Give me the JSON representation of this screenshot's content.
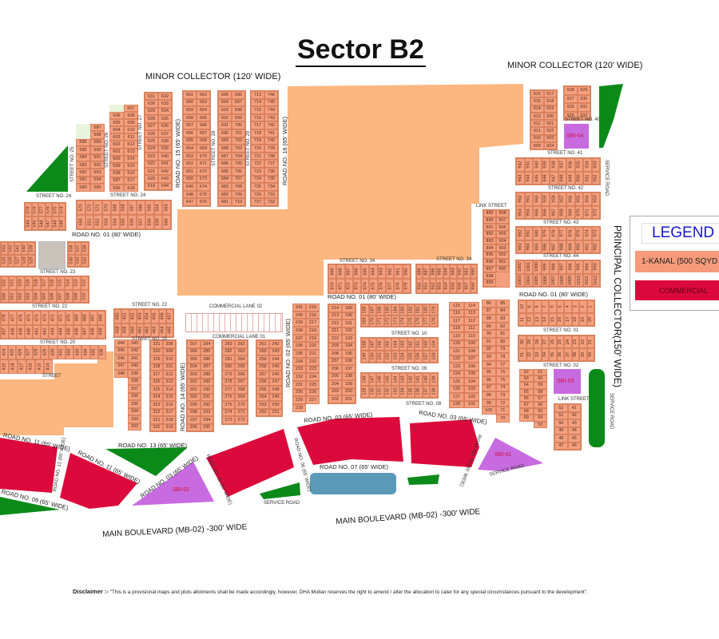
{
  "title": "Sector B2",
  "legend": {
    "title": "LEGEND",
    "items": [
      {
        "label": "1-KANAL (500 SQYD",
        "color": "#f59a7a"
      },
      {
        "label": "COMMERCIAL",
        "color": "#dc0a3c"
      }
    ]
  },
  "disclaimer": {
    "label": "Disclaimer :-",
    "text": "\"This is a provisional maps and plots allotments shall be made accordingly, however, DHA Multan reserves the right to amend / alter the allocation to cater for any special circumstances pursuant to the development\"."
  },
  "colors": {
    "plot": "#f4a07e",
    "open_area": "#fbb77f",
    "commercial": "#dc0a3c",
    "green": "#0b8a1a",
    "sbi": "#c86be0",
    "water": "#5a9ab8"
  },
  "labels": {
    "minor_left": "MINOR COLLECTOR (120' WIDE)",
    "minor_right": "MINOR COLLECTOR (120' WIDE)",
    "principal": "PRINCIPAL  COLLECTOR",
    "principal_width": "(150' WIDE)",
    "road01_a": "ROAD NO. 01 (80' WIDE)",
    "road01_b": "ROAD NO. 01 (80' WIDE)",
    "road01_c": "ROAD NO. 01 (80' WIDE)",
    "road15": "ROAD NO. 15 (65' WIDE)",
    "road16": "ROAD NO. 16 (65' WIDE)",
    "road14": "ROAD NO. 14 (65' WIDE)",
    "road02": "ROAD NO. 02 (65' WIDE)",
    "road03_a": "ROAD NO. 03 (65' WIDE)",
    "road03_b": "ROAD NO. 03 (65' WIDE)",
    "road03_c": "ROAD NO. 03 (65' WIDE)",
    "road11_a": "ROAD NO. 11 (65' WIDE)",
    "road11_b": "ROAD NO. 11 (65' WIDE)",
    "road13": "ROAD NO. 13 (65' WIDE)",
    "road09": "ROAD NO. 09 (65' WIDE)",
    "road12": "ROAD NO. 12 (65' WIDE)",
    "road07": "ROAD NO. 07 (65' WIDE)",
    "road05": "ROAD NO. 05 (65' WIDE)",
    "road06": "ROAD NO. 06 (65' WIDE)",
    "road04": "ROAD NO. 04 (65' WIDE)",
    "service_a": "SERVICE ROAD",
    "service_b": "SERVICE ROAD",
    "service_c": "SERVICE ROAD",
    "service_d": "SERVICE ROAD",
    "main_blvd_a": "MAIN BOULEVARD    (MB-02) -300' WIDE",
    "main_blvd_b": "MAIN BOULEVARD    (MB-02) -300' WIDE",
    "st24_a": "STREET NO. 24",
    "st24_b": "STREET NO. 24",
    "st23": "STREET NO. 23",
    "st22_a": "STREET NO. 22",
    "st22_b": "STREET NO. 22",
    "st20_a": "STREET NO. 20",
    "st20_b": "STREET NO. 20",
    "street": "STREET",
    "comm_lane02": "COMMERCIAL LANE 02",
    "comm_lane01": "COMMERCIAL LANE 01",
    "st34_a": "STREET NO. 34",
    "st34_b": "STREET NO. 34",
    "st10": "STREET NO. 10",
    "st09": "STREET NO. 09",
    "st08": "STREET NO. 08",
    "link_a": "LINK STREET",
    "link_b": "LINK STREET",
    "st40": "STREET NO. 40",
    "st41": "STREET NO. 41",
    "st42": "STREET NO. 42",
    "st43": "STREET NO. 43",
    "st44": "STREET NO. 44",
    "st01": "STREET NO. 01",
    "st02": "STREET NO. 02",
    "st25": "STREET NO. 25",
    "st26": "STREET NO. 26",
    "st27": "STREET NO. 27",
    "st28": "STREET NO. 28",
    "st29": "STREET NO. 29",
    "sbi01": "SBI-01",
    "sbi02": "SBI-02",
    "sbi03": "SBI-03",
    "sbi04": "SBI-04"
  },
  "blocks": {
    "b580": {
      "dir": "v",
      "cols": [
        [
          586,
          580,
          2
        ],
        [
          587,
          595,
          0
        ]
      ]
    },
    "b596": {
      "dir": "v",
      "cols": [
        [
          606,
          596,
          1
        ],
        [
          607,
          618,
          0
        ]
      ]
    },
    "b619": {
      "dir": "v",
      "cols": [
        [
          631,
          619,
          0
        ],
        [
          632,
          644,
          0
        ]
      ]
    },
    "b645": {
      "dir": "v",
      "cols": [
        [
          661,
          647,
          0
        ],
        [
          662,
          676,
          0
        ]
      ]
    },
    "b681": {
      "dir": "v",
      "cols": [
        [
          695,
          681,
          0
        ],
        [
          696,
          710,
          0
        ]
      ]
    },
    "b711": {
      "dir": "v",
      "cols": [
        [
          713,
          727,
          0
        ],
        [
          746,
          732,
          0
        ]
      ]
    },
    "b544": {
      "dir": "h",
      "rows": [
        [
          579,
          574
        ],
        [
          544,
          549
        ]
      ]
    },
    "b550": {
      "dir": "h",
      "rows": [
        [
          573,
          563
        ],
        [
          550,
          560
        ]
      ]
    },
    "b520": {
      "dir": "h",
      "rows": [
        [
          543,
          539
        ],
        [
          525,
          529
        ]
      ]
    },
    "b530": {
      "dir": "h",
      "rows": [
        [
          538,
          536
        ],
        [
          530,
          532
        ]
      ]
    },
    "b500": {
      "dir": "h",
      "rows": [
        [
          522,
          512
        ],
        [
          500,
          510
        ]
      ]
    },
    "b466": {
      "dir": "h",
      "rows": [
        [
          478,
          466
        ],
        [
          437,
          449
        ]
      ]
    },
    "b450": {
      "dir": "h",
      "rows": [
        [
          450,
          457
        ],
        [
          458,
          465
        ]
      ]
    },
    "b424": {
      "dir": "h",
      "rows": [
        [
          424,
          436
        ],
        [
          419,
          414
        ]
      ]
    },
    "b332": {
      "dir": "v",
      "cols": [
        [
          344,
          348,
          0
        ],
        [
          343,
          332,
          0
        ]
      ]
    },
    "b308": {
      "dir": "v",
      "cols": [
        [
          331,
          320,
          0
        ],
        [
          308,
          319,
          0
        ]
      ]
    },
    "b284": {
      "dir": "v",
      "cols": [
        [
          307,
          296,
          0
        ],
        [
          284,
          295,
          0
        ]
      ]
    },
    "b262": {
      "dir": "v",
      "cols": [
        [
          283,
          273,
          0
        ],
        [
          262,
          272,
          0
        ]
      ]
    },
    "b242": {
      "dir": "v",
      "cols": [
        [
          261,
          252,
          0
        ],
        [
          242,
          251,
          0
        ]
      ]
    },
    "b215": {
      "dir": "v",
      "cols": [
        [
          241,
          228,
          0
        ],
        [
          215,
          227,
          0
        ]
      ]
    },
    "b189": {
      "dir": "v",
      "cols": [
        [
          214,
          202,
          0
        ],
        [
          189,
          201,
          0
        ]
      ]
    },
    "b169": {
      "dir": "h",
      "rows": [
        [
          188,
          179
        ],
        [
          169,
          178
        ]
      ]
    },
    "b149": {
      "dir": "h",
      "rows": [
        [
          168,
          159
        ],
        [
          149,
          158
        ]
      ]
    },
    "b129": {
      "dir": "h",
      "rows": [
        [
          148,
          139
        ],
        [
          129,
          138
        ]
      ]
    },
    "b101": {
      "dir": "v",
      "cols": [
        [
          115,
          128,
          0
        ],
        [
          114,
          101,
          0
        ]
      ]
    },
    "b70": {
      "dir": "v",
      "cols": [
        [
          86,
          100,
          0
        ],
        [
          85,
          70,
          0
        ]
      ]
    },
    "b1": {
      "dir": "h",
      "rows": [
        [
          10,
          1
        ],
        [
          11,
          20
        ]
      ]
    },
    "b21": {
      "dir": "h",
      "rows": [
        [
          30,
          21
        ],
        [
          31,
          40
        ]
      ]
    },
    "b53": {
      "dir": "v",
      "cols": [
        [
          62,
          69,
          0
        ],
        [
          61,
          53,
          0
        ]
      ]
    },
    "b41": {
      "dir": "v",
      "cols": [
        [
          52,
          47,
          0
        ],
        [
          41,
          46,
          0
        ]
      ]
    },
    "b909": {
      "dir": "v",
      "cols": [
        [
          916,
          909,
          0
        ],
        [
          917,
          924,
          0
        ]
      ]
    },
    "b925": {
      "dir": "v",
      "cols": [
        [
          928,
          925,
          0
        ],
        [
          929,
          932,
          0
        ]
      ]
    },
    "b933": {
      "dir": "h",
      "rows": [
        [
          942,
          933
        ],
        [
          943,
          952
        ]
      ]
    },
    "b953": {
      "dir": "h",
      "rows": [
        [
          962,
          953
        ],
        [
          963,
          972
        ]
      ]
    },
    "b973": {
      "dir": "h",
      "rows": [
        [
          982,
          973
        ],
        [
          983,
          992
        ]
      ]
    },
    "b993": {
      "dir": "h",
      "rows": [
        [
          1002,
          993
        ],
        [
          1003,
          1012
        ]
      ]
    },
    "b889": {
      "dir": "v",
      "cols": [
        [
          889,
          899,
          0
        ],
        [
          908,
          900,
          0
        ]
      ]
    },
    "b860": {
      "dir": "h",
      "rows": [
        [
          869,
          860
        ],
        [
          870,
          879
        ]
      ]
    },
    "b880": {
      "dir": "h",
      "rows": [
        [
          888,
          880
        ],
        [
          850,
          858
        ]
      ]
    }
  }
}
